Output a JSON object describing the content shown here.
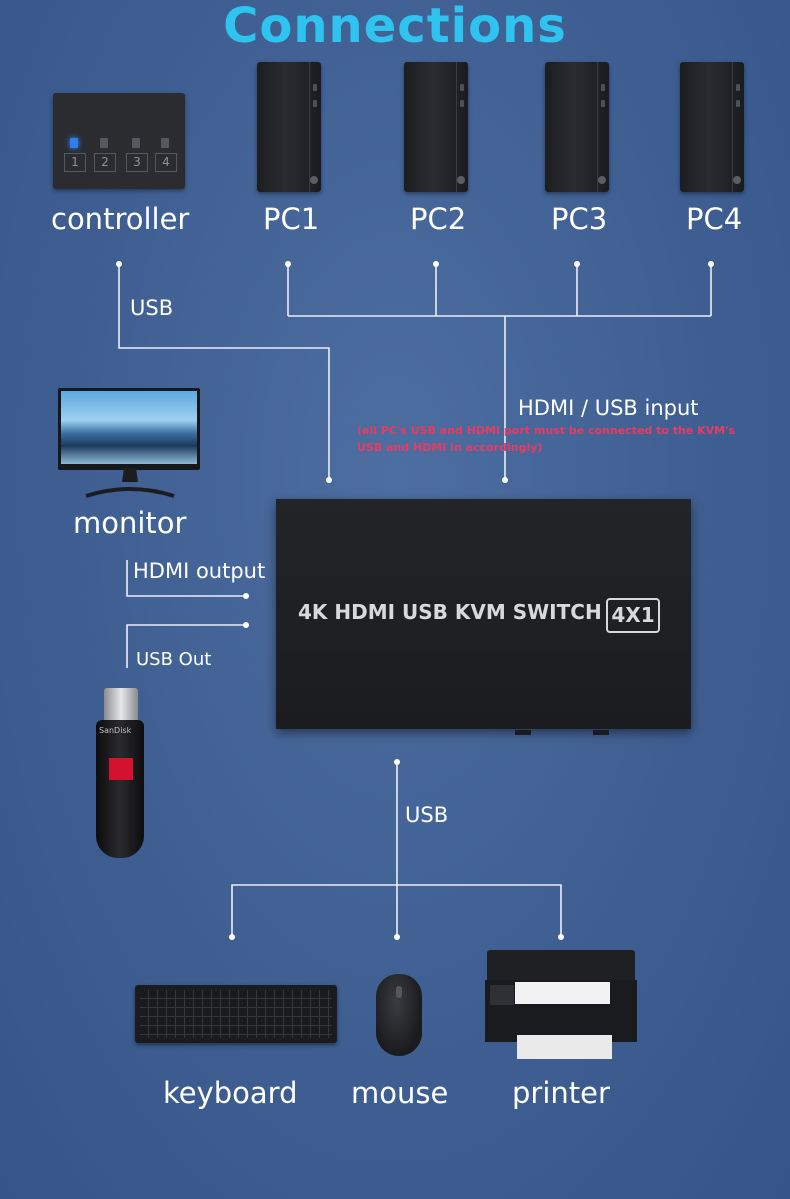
{
  "title": "Connections",
  "devices": {
    "controller": "controller",
    "pc1": "PC1",
    "pc2": "PC2",
    "pc3": "PC3",
    "pc4": "PC4",
    "monitor": "monitor",
    "keyboard": "keyboard",
    "mouse": "mouse",
    "printer": "printer"
  },
  "controller_keys": [
    "1",
    "2",
    "3",
    "4"
  ],
  "connections": {
    "controller_usb": "USB",
    "hdmi_usb_input": "HDMI / USB input",
    "input_note_line1": "(all PC's USB and HDMI port must be connected to the KVM's",
    "input_note_line2": "USB and HDMI in accordingly)",
    "hdmi_output": "HDMI output",
    "usb_out": "USB Out",
    "bottom_usb": "USB"
  },
  "kvm": {
    "label": "4K HDMI USB KVM SWITCH",
    "badge": "4X1"
  },
  "usb_stick_brand": "SanDisk",
  "colors": {
    "title": "#2fc3ef",
    "background": "#3f5f92",
    "note": "#e83b62",
    "line": "#ffffff"
  }
}
